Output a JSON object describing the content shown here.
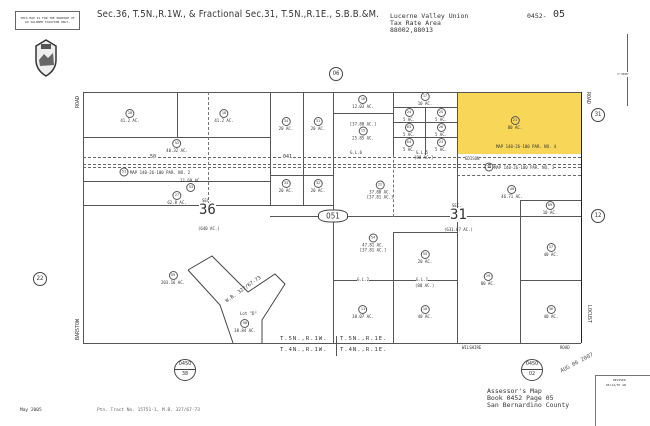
{
  "header": {
    "disclaimer": "THIS MAP IS FOR THE PURPOSE OF AD VALOREM TAXATION ONLY.",
    "title": "Sec.36, T.5N.,R.1W., & Fractional Sec.31, T.5N.,R.1E., S.B.B.&M.",
    "tax_area_name": "Lucerne Valley Union",
    "tax_area_label": "Tax Rate Area",
    "tax_area_codes": "88002,88013",
    "map_number": "0452-",
    "page_suffix": "05",
    "scale": "1\"=800'"
  },
  "adjacent_pages": {
    "top": "06",
    "right_top": "31",
    "right_mid": "12",
    "left": "22",
    "center": "051"
  },
  "bottom_refs": [
    {
      "book": "0450",
      "page": "38"
    },
    {
      "book": "0450",
      "page": "02"
    }
  ],
  "roads": {
    "barstow": "BARSTOW",
    "road_left": "ROAD",
    "road_right": "ROAD",
    "edison": "EDISON",
    "wilshire": "WILSHIRE",
    "wilshire_road": "ROAD",
    "locust": "LOCUST",
    "road_50": "50",
    "road_041": "041"
  },
  "sections": {
    "sec_label": "SEC.",
    "s36": "36",
    "s36_area": "(640 AC.)",
    "s31": "31",
    "s31_area": "(631.67 AC.)"
  },
  "parcel_maps": {
    "p2": "MAP 140-26-100 PAR. NO. 2",
    "p3": "MAP 140-26-100 PAR. NO. 3",
    "p4": "MAP 140-26-100 PAR. NO. 4",
    "wb": "W.B. 327/67-73",
    "lot": "Lot \"D\""
  },
  "government_lots": {
    "gl6": "G.L.6",
    "gl5": "G.L.5",
    "gl5_area": "[80 AC.]",
    "gl2": "G.L.2",
    "gl1": "G.L.1",
    "gl1_area": "(80 AC.)"
  },
  "township": {
    "t5n_r1w": "T.5N.,R.1W.",
    "t5n_r1e": "T.5N.,R.1E.",
    "t4n_r1w": "T.4N.,R.1W.",
    "t4n_r1e": "T.4N.,R.1E."
  },
  "parcels": {
    "p28": {
      "num": "28",
      "acres": "41.2 AC."
    },
    "p18": {
      "num": "18",
      "acres": "41.2 AC."
    },
    "p34": {
      "num": "34",
      "acres": "20 AC."
    },
    "p31": {
      "num": "31",
      "acres": "20 AC."
    },
    "p52": {
      "num": "52",
      "acres": "40.32 AC."
    },
    "p51": {
      "num": "51"
    },
    "p53": {
      "num": "53",
      "acres": "11.69 AC."
    },
    "p27": {
      "num": "27",
      "acres": "62.8 AC."
    },
    "p33": {
      "num": "33",
      "acres": "20 AC."
    },
    "p32": {
      "num": "32",
      "acres": "20 AC."
    },
    "p16": {
      "num": "16",
      "acres": "12.03 AC."
    },
    "p15": {
      "num": "15",
      "acres": "25.85 AC.",
      "extra": "[37.88 AC.]"
    },
    "p17": {
      "num": "17",
      "acres": "10 AC."
    },
    "p24": {
      "num": "24",
      "acres": "5 AC."
    },
    "p25": {
      "num": "25",
      "acres": "5 AC."
    },
    "p63": {
      "num": "63",
      "acres": "5 AC."
    },
    "p26": {
      "num": "26",
      "acres": "5 AC."
    },
    "p64": {
      "num": "64",
      "acres": "5 AC."
    },
    "p23": {
      "num": "23",
      "acres": "5 AC."
    },
    "p21": {
      "num": "21",
      "acres": "80 AC."
    },
    "p22": {
      "num": "22",
      "acres": "37.80 AC.",
      "extra": "[37.81 AC.]"
    },
    "p30": {
      "num": "30"
    },
    "p40": {
      "num": "40",
      "acres": "46.71 AC."
    },
    "p09": {
      "num": "09",
      "acres": "10 AC."
    },
    "p59": {
      "num": "59",
      "acres": "203.16 AC."
    },
    "p58": {
      "num": "58",
      "acres": "38.84 AC."
    },
    "p54": {
      "num": "54",
      "acres": "47.81 AC.",
      "extra": "[37.81 AC.]"
    },
    "p55": {
      "num": "55",
      "acres": "20 AC."
    },
    "p29": {
      "num": "29",
      "acres": "80 AC."
    },
    "p37": {
      "num": "37",
      "acres": "40 AC."
    },
    "p11": {
      "num": "11",
      "acres": "38.07 AC."
    },
    "p10": {
      "num": "10",
      "acres": "40 AC."
    },
    "p36": {
      "num": "36",
      "acres": "40 AC."
    }
  },
  "footer": {
    "date": "May 2005",
    "tract": "Ptn. Tract No. 15751-1, M.B. 327/67-73",
    "assessor_l1": "Assessor's Map",
    "assessor_l2": "Book 0452 Page 05",
    "assessor_l3": "San Bernardino County",
    "stamp": "AUG 06 2007",
    "revised_label": "REVISED",
    "revised_date": "06/14/07 GW"
  },
  "colors": {
    "highlight": "#f7d658",
    "ink": "#333333"
  }
}
